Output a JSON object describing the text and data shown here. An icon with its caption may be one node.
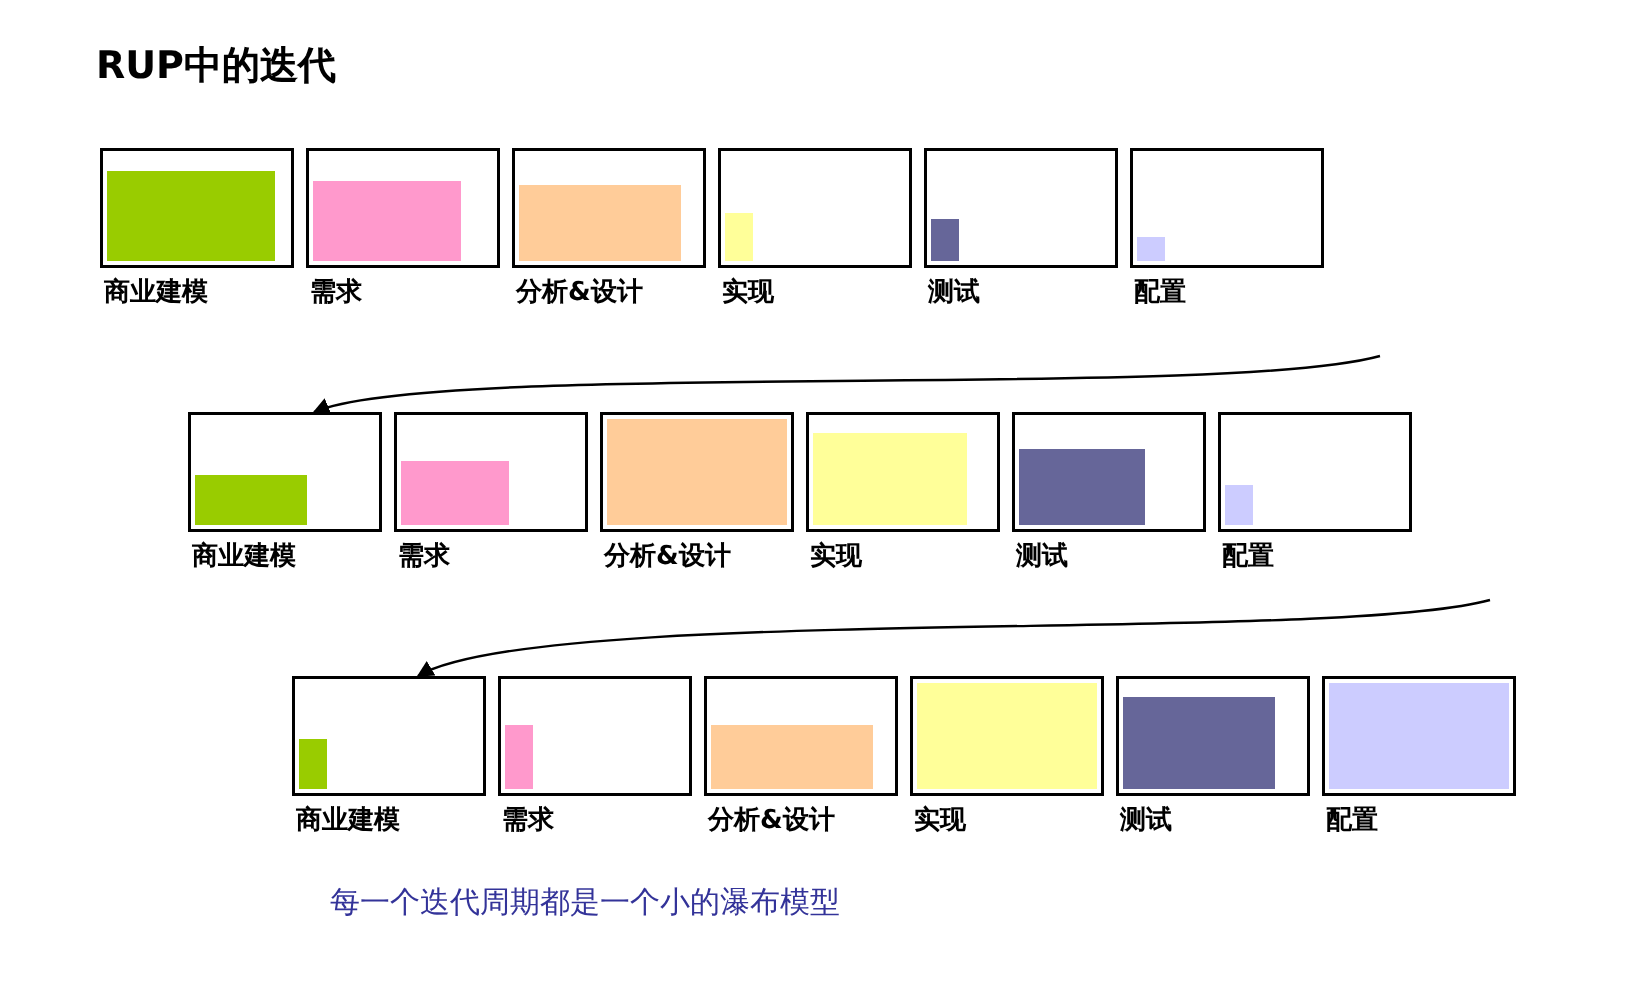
{
  "diagram": {
    "title": "RUP中的迭代",
    "caption": "每一个迭代周期都是一个小的瀑布模型",
    "nodes": [
      {
        "text": [
          "商业建模"
        ]
      },
      {
        "text": [
          "需求"
        ]
      },
      {
        "text": [
          "分析&设计"
        ]
      },
      {
        "text": [
          "实现"
        ]
      },
      {
        "text": [
          "测试"
        ]
      },
      {
        "text": [
          "配置"
        ]
      },
      {
        "text": [
          "商业建模"
        ]
      },
      {
        "text": [
          "需求"
        ]
      },
      {
        "text": [
          "分析&设计"
        ]
      },
      {
        "text": [
          "实现"
        ]
      },
      {
        "text": [
          "测试"
        ]
      },
      {
        "text": [
          "配置"
        ]
      },
      {
        "text": [
          "商业建模"
        ]
      },
      {
        "text": [
          "需求"
        ]
      },
      {
        "text": [
          "分析&设计"
        ]
      },
      {
        "text": [
          "实现"
        ]
      },
      {
        "text": [
          "测试"
        ]
      },
      {
        "text": [
          "配置"
        ]
      }
    ],
    "edges": [
      {
        "from": null,
        "to": 6,
        "arrow": "to"
      },
      {
        "from": null,
        "to": 12,
        "arrow": "to"
      }
    ]
  }
}
